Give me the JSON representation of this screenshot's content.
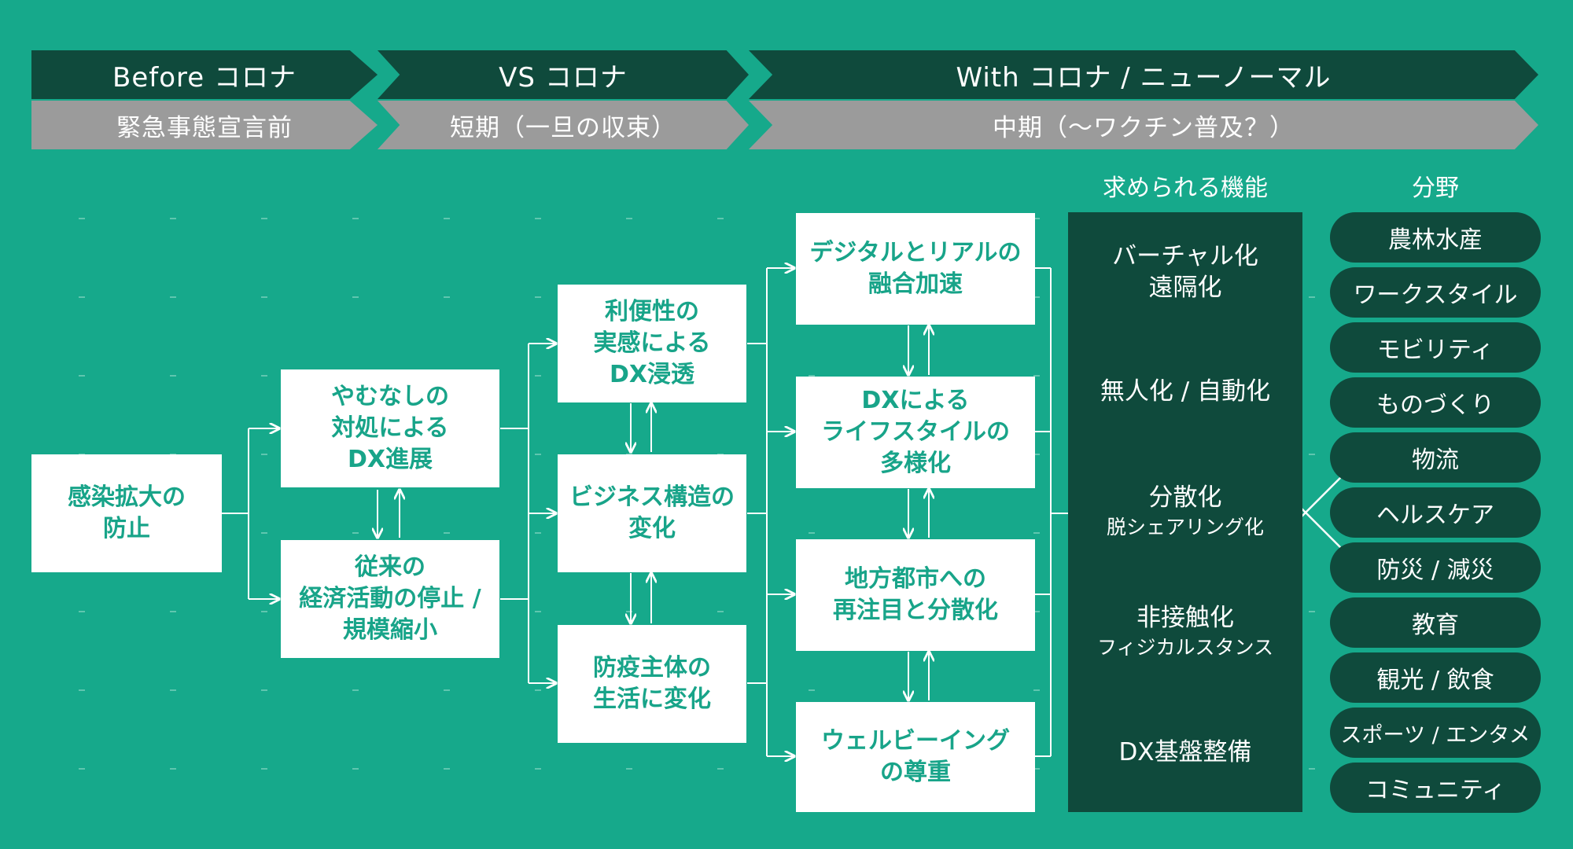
{
  "phases": {
    "before": {
      "title": "Before コロナ",
      "sub": "緊急事態宣言前"
    },
    "vs": {
      "title": "VS コロナ",
      "sub": "短期（一旦の収束）"
    },
    "with": {
      "title": "With コロナ / ニューノーマル",
      "sub": "中期（〜ワクチン普及？）"
    }
  },
  "boxes": {
    "start": [
      "感染拡大の",
      "防止"
    ],
    "b1": [
      "やむなしの",
      "対処による",
      "DX進展"
    ],
    "b2": [
      "従来の",
      "経済活動の停止 /",
      "規模縮小"
    ],
    "c1": [
      "利便性の",
      "実感による",
      "DX浸透"
    ],
    "c2": [
      "ビジネス構造の",
      "変化"
    ],
    "c3": [
      "防疫主体の",
      "生活に変化"
    ],
    "d1": [
      "デジタルとリアルの",
      "融合加速"
    ],
    "d2": [
      "DXによる",
      "ライフスタイルの",
      "多様化"
    ],
    "d3": [
      "地方都市への",
      "再注目と分散化"
    ],
    "d4": [
      "ウェルビーイング",
      "の尊重"
    ]
  },
  "functions": {
    "header": "求められる機能",
    "items": [
      {
        "main": "バーチャル化",
        "sub": "遠隔化"
      },
      {
        "main": "無人化 / 自動化",
        "sub": ""
      },
      {
        "main": "分散化",
        "sub": "脱シェアリング化"
      },
      {
        "main": "非接触化",
        "sub": "フィジカルスタンス"
      },
      {
        "main": "DX基盤整備",
        "sub": ""
      }
    ]
  },
  "fields": {
    "header": "分野",
    "items": [
      "農林水産",
      "ワークスタイル",
      "モビリティ",
      "ものづくり",
      "物流",
      "ヘルスケア",
      "防災 / 減災",
      "教育",
      "観光 / 飲食",
      "スポーツ / エンタメ",
      "コミュニティ"
    ]
  },
  "colors": {
    "background": "#16a98b",
    "dark": "#0f4a3c",
    "gray": "#9b9b9b",
    "box_text": "#18a489"
  }
}
